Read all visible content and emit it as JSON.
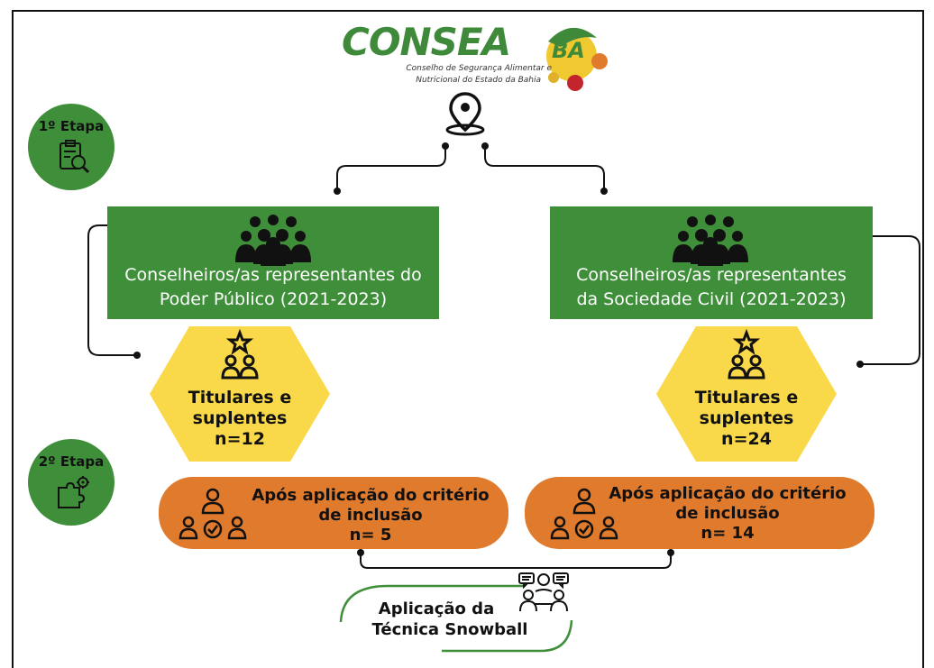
{
  "logo": {
    "name": "CONSEA",
    "region": "BA",
    "subtitle_line1": "Conselho de Segurança Alimentar e",
    "subtitle_line2": "Nutricional do Estado da Bahia"
  },
  "stages": {
    "stage1": "1º Etapa",
    "stage2": "2º Etapa"
  },
  "boxes": {
    "public": {
      "line1": "Conselheiros/as representantes do",
      "line2": "Poder Público (2021-2023)"
    },
    "civil": {
      "line1": "Conselheiros/as representantes",
      "line2": "da Sociedade Civil (2021-2023)"
    }
  },
  "hexagons": {
    "left": {
      "line1": "Titulares e",
      "line2": "suplentes",
      "count": "n=12"
    },
    "right": {
      "line1": "Titulares e",
      "line2": "suplentes",
      "count": "n=24"
    }
  },
  "criteria": {
    "left": {
      "line1": "Após aplicação do critério",
      "line2": "de inclusão",
      "count": "n= 5"
    },
    "right": {
      "line1": "Após aplicação do critério",
      "line2": "de inclusão",
      "count": "n= 14"
    }
  },
  "snowball": {
    "line1": "Aplicação da",
    "line2": "Técnica Snowball"
  },
  "colors": {
    "green": "#3f8f3a",
    "yellow": "#f9d94a",
    "orange": "#e07a2c",
    "logo_green": "#3f8a3a"
  },
  "icons": [
    "location-pin-icon",
    "clipboard-search-icon",
    "puzzle-gear-icon",
    "group-people-icon",
    "star-people-icon",
    "people-check-icon",
    "discussion-icon"
  ]
}
